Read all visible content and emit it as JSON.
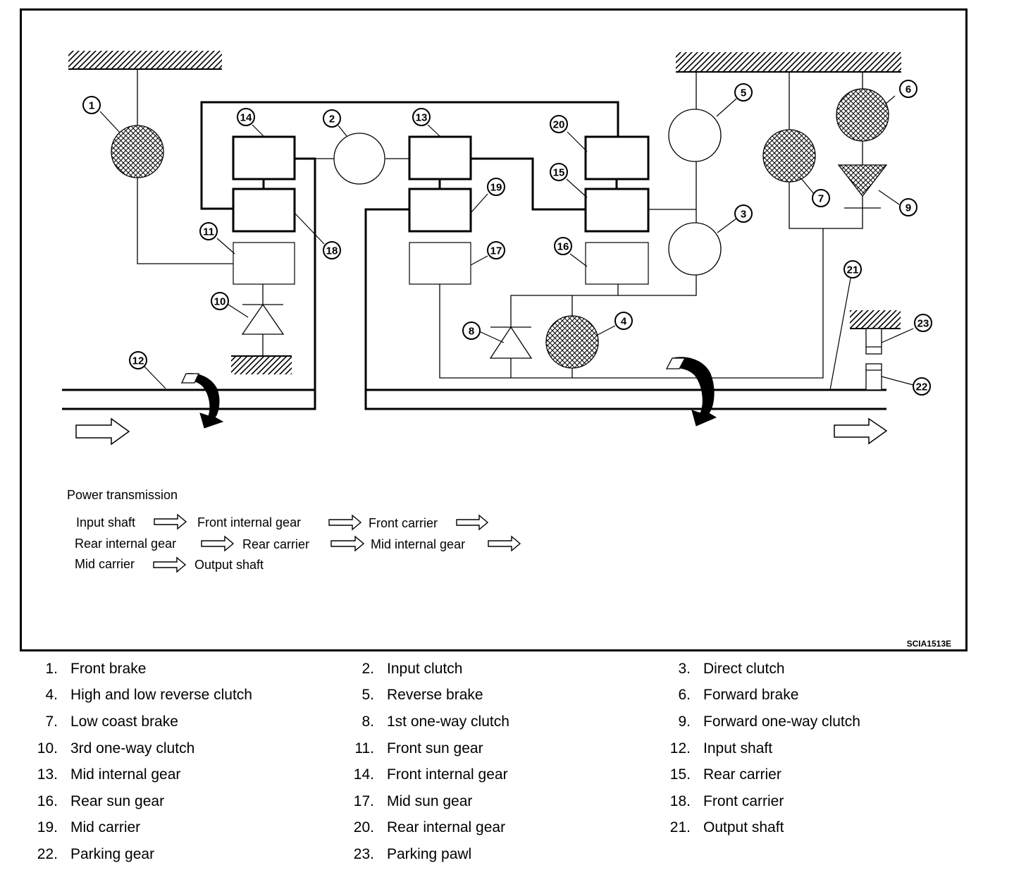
{
  "figure_code": "SCIA1513E",
  "callouts": [
    "1",
    "2",
    "3",
    "4",
    "5",
    "6",
    "7",
    "8",
    "9",
    "10",
    "11",
    "12",
    "13",
    "14",
    "15",
    "16",
    "17",
    "18",
    "19",
    "20",
    "21",
    "22",
    "23"
  ],
  "power_transmission": {
    "title": "Power transmission",
    "flow": [
      "Input shaft",
      "Front internal gear",
      "Front carrier",
      "Rear internal gear",
      "Rear carrier",
      "Mid internal gear",
      "Mid carrier",
      "Output shaft"
    ]
  },
  "legend": [
    {
      "num": "1.",
      "name": "Front brake"
    },
    {
      "num": "2.",
      "name": "Input clutch"
    },
    {
      "num": "3.",
      "name": "Direct clutch"
    },
    {
      "num": "4.",
      "name": "High and low reverse clutch"
    },
    {
      "num": "5.",
      "name": "Reverse brake"
    },
    {
      "num": "6.",
      "name": "Forward brake"
    },
    {
      "num": "7.",
      "name": "Low coast brake"
    },
    {
      "num": "8.",
      "name": "1st one-way clutch"
    },
    {
      "num": "9.",
      "name": "Forward one-way clutch"
    },
    {
      "num": "10.",
      "name": "3rd one-way clutch"
    },
    {
      "num": "11.",
      "name": "Front sun gear"
    },
    {
      "num": "12.",
      "name": "Input shaft"
    },
    {
      "num": "13.",
      "name": "Mid internal gear"
    },
    {
      "num": "14.",
      "name": "Front internal gear"
    },
    {
      "num": "15.",
      "name": "Rear carrier"
    },
    {
      "num": "16.",
      "name": "Rear sun gear"
    },
    {
      "num": "17.",
      "name": "Mid sun gear"
    },
    {
      "num": "18.",
      "name": "Front carrier"
    },
    {
      "num": "19.",
      "name": "Mid carrier"
    },
    {
      "num": "20.",
      "name": "Rear internal gear"
    },
    {
      "num": "21.",
      "name": "Output shaft"
    },
    {
      "num": "22.",
      "name": "Parking gear"
    },
    {
      "num": "23.",
      "name": "Parking pawl"
    }
  ]
}
